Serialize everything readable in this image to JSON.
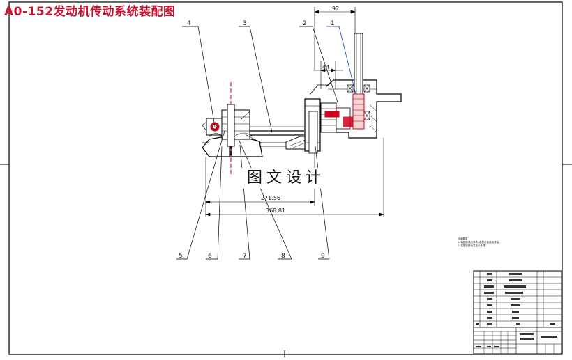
{
  "title": "A0-152发动机传动系统装配图",
  "watermark": "图文设计",
  "callouts": [
    "1",
    "2",
    "3",
    "4",
    "5",
    "6",
    "7",
    "8",
    "9"
  ],
  "dimensions": {
    "top": "92",
    "offset": "44",
    "mid": "271.56",
    "overall": "368.81"
  },
  "notes": [
    "技术要求",
    "1. 装配前清洗零件, 各配合面涂润滑油。",
    "2. 装配后转动灵活无卡滞。"
  ],
  "colors": {
    "title": "#c8102e",
    "leader": "#1c3fbf",
    "accent": "#d0021b"
  }
}
